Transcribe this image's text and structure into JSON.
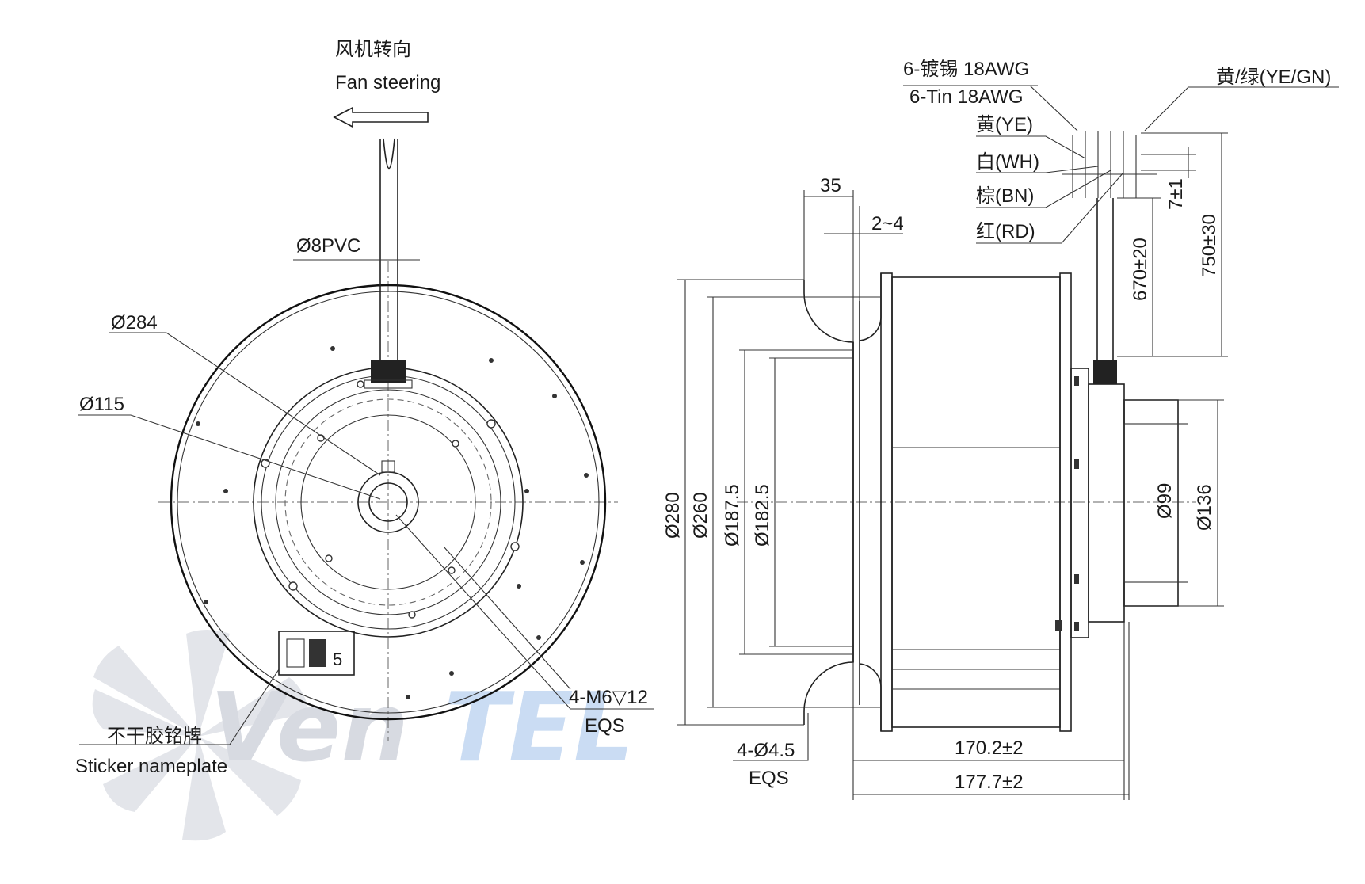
{
  "labels": {
    "fan_steering_cn": "风机转向",
    "fan_steering_en": "Fan steering",
    "cable": "Ø8PVC",
    "dia_284": "Ø284",
    "dia_115": "Ø115",
    "screws": "4-M6▽12",
    "screws_eqs": "EQS",
    "sticker_cn": "不干胶铭牌",
    "sticker_en": "Sticker nameplate",
    "wire_cn": "6-镀锡 18AWG",
    "wire_en": "6-Tin 18AWG",
    "ground": "黄/绿(YE/GN)",
    "w_ye": "黄(YE)",
    "w_wh": "白(WH)",
    "w_bn": "棕(BN)",
    "w_rd": "红(RD)",
    "dim_35": "35",
    "dim_2_4": "2~4",
    "dim_7": "7±1",
    "dim_750": "750±30",
    "dim_670": "670±20",
    "dim_280": "Ø280",
    "dim_260": "Ø260",
    "dim_187": "Ø187.5",
    "dim_182": "Ø182.5",
    "dim_99": "Ø99",
    "dim_136": "Ø136",
    "holes": "4-Ø4.5",
    "holes_eqs": "EQS",
    "dim_170": "170.2±2",
    "dim_177": "177.7±2",
    "watermark_a": "Ven",
    "watermark_b": "TEL"
  },
  "colors": {
    "line": "#222222",
    "watermark_grey": "#d8dbe2",
    "watermark_blue": "#c9dbf3"
  }
}
